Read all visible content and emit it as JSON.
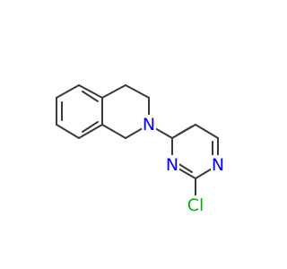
{
  "structure": {
    "atoms": [
      {
        "id": "n_ring",
        "element": "N",
        "label": "N",
        "color": "#0000ff"
      },
      {
        "id": "n_pyr_1",
        "element": "N",
        "label": "N",
        "color": "#0000ff"
      },
      {
        "id": "n_pyr_2",
        "element": "N",
        "label": "N",
        "color": "#0000ff"
      },
      {
        "id": "cl",
        "element": "Cl",
        "label": "Cl",
        "color": "#00b400"
      }
    ],
    "bond_color": "#3a3a3a"
  }
}
